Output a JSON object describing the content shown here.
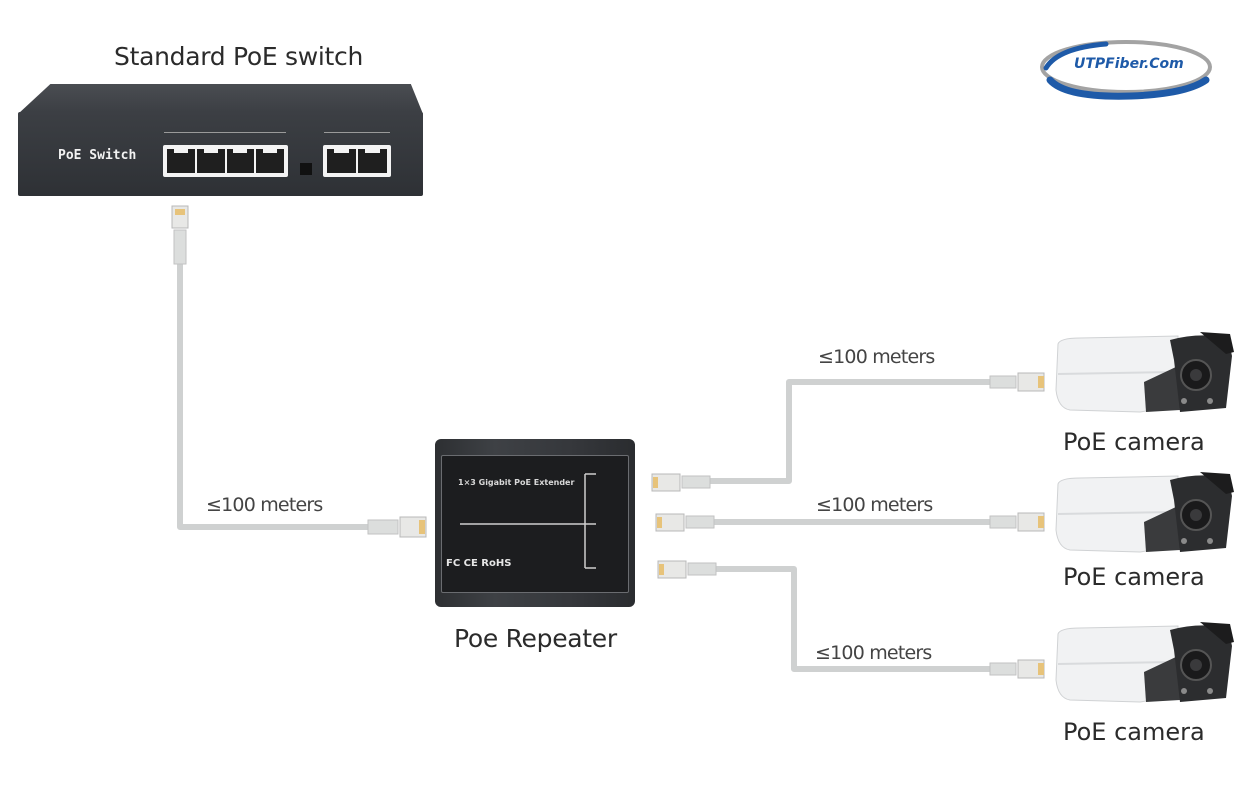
{
  "diagram": {
    "logo": {
      "text": "UTPFiber.Com",
      "colors": {
        "ring_blue": "#1e5aa8",
        "ring_gray": "#9a9a9a"
      }
    },
    "switch": {
      "title": "Standard PoE switch",
      "panel_label": "PoE Switch",
      "poe_ports": 4,
      "uplink_ports": 2
    },
    "repeater": {
      "title": "Poe Repeater",
      "model_text": "1×3 Gigabit PoE Extender",
      "certifications": "FC  CE  RoHS",
      "inputs": 1,
      "outputs": 3
    },
    "links": [
      {
        "from": "switch",
        "to": "repeater",
        "label": "≤100 meters"
      },
      {
        "from": "repeater",
        "to": "camera-1",
        "label": "≤100 meters"
      },
      {
        "from": "repeater",
        "to": "camera-2",
        "label": "≤100 meters"
      },
      {
        "from": "repeater",
        "to": "camera-3",
        "label": "≤100 meters"
      }
    ],
    "cameras": [
      {
        "id": "camera-1",
        "label": "PoE camera"
      },
      {
        "id": "camera-2",
        "label": "PoE camera"
      },
      {
        "id": "camera-3",
        "label": "PoE camera"
      }
    ],
    "colors": {
      "cable": "#d4d6d6",
      "cable_edge": "#b9bcbc",
      "device_dark": "#35383c",
      "camera_body": "#f1f2f3",
      "camera_front": "#2e2f31"
    }
  }
}
